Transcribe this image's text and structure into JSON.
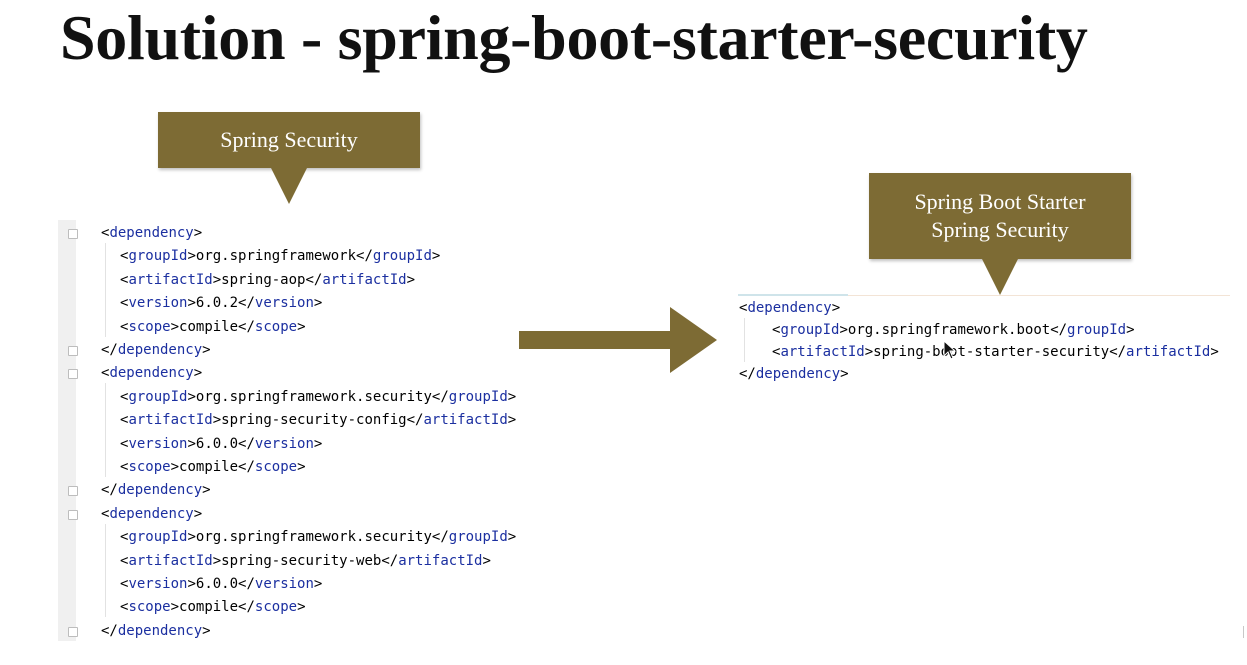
{
  "title": "Solution - spring-boot-starter-security",
  "callouts": {
    "left": "Spring Security",
    "right_line1": "Spring Boot Starter",
    "right_line2": "Spring Security"
  },
  "left_code": [
    {
      "indent": 0,
      "kind": "open",
      "tag": "dependency"
    },
    {
      "indent": 1,
      "kind": "elem",
      "tag": "groupId",
      "value": "org.springframework"
    },
    {
      "indent": 1,
      "kind": "elem",
      "tag": "artifactId",
      "value": "spring-aop"
    },
    {
      "indent": 1,
      "kind": "elem",
      "tag": "version",
      "value": "6.0.2"
    },
    {
      "indent": 1,
      "kind": "elem",
      "tag": "scope",
      "value": "compile"
    },
    {
      "indent": 0,
      "kind": "close",
      "tag": "dependency"
    },
    {
      "indent": 0,
      "kind": "open",
      "tag": "dependency"
    },
    {
      "indent": 1,
      "kind": "elem",
      "tag": "groupId",
      "value": "org.springframework.security"
    },
    {
      "indent": 1,
      "kind": "elem",
      "tag": "artifactId",
      "value": "spring-security-config"
    },
    {
      "indent": 1,
      "kind": "elem",
      "tag": "version",
      "value": "6.0.0"
    },
    {
      "indent": 1,
      "kind": "elem",
      "tag": "scope",
      "value": "compile"
    },
    {
      "indent": 0,
      "kind": "close",
      "tag": "dependency"
    },
    {
      "indent": 0,
      "kind": "open",
      "tag": "dependency"
    },
    {
      "indent": 1,
      "kind": "elem",
      "tag": "groupId",
      "value": "org.springframework.security"
    },
    {
      "indent": 1,
      "kind": "elem",
      "tag": "artifactId",
      "value": "spring-security-web"
    },
    {
      "indent": 1,
      "kind": "elem",
      "tag": "version",
      "value": "6.0.0"
    },
    {
      "indent": 1,
      "kind": "elem",
      "tag": "scope",
      "value": "compile"
    },
    {
      "indent": 0,
      "kind": "close",
      "tag": "dependency"
    }
  ],
  "right_code": [
    {
      "indent": 0,
      "kind": "open",
      "tag": "dependency"
    },
    {
      "indent": 1,
      "kind": "elem",
      "tag": "groupId",
      "value": "org.springframework.boot"
    },
    {
      "indent": 1,
      "kind": "elem",
      "tag": "artifactId",
      "value": "spring-boot-starter-security"
    },
    {
      "indent": 0,
      "kind": "close",
      "tag": "dependency"
    }
  ],
  "colors": {
    "callout": "#7d6b34",
    "tag": "#1b2fa0",
    "arrow": "#7d6b34"
  },
  "icons": [
    "fold-marker-icon",
    "right-arrow-icon",
    "mouse-cursor-icon"
  ]
}
